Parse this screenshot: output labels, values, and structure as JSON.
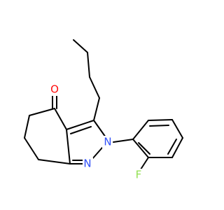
{
  "molecule": {
    "atoms": {
      "oxygen": {
        "symbol": "O",
        "color": "#ff0d0d"
      },
      "nitrogen_2": {
        "symbol": "N",
        "color": "#3050f8"
      },
      "nitrogen_1": {
        "symbol": "N",
        "color": "#3050f8"
      },
      "fluorine": {
        "symbol": "F",
        "color": "#90e050"
      }
    },
    "bond_color": "#000000"
  }
}
